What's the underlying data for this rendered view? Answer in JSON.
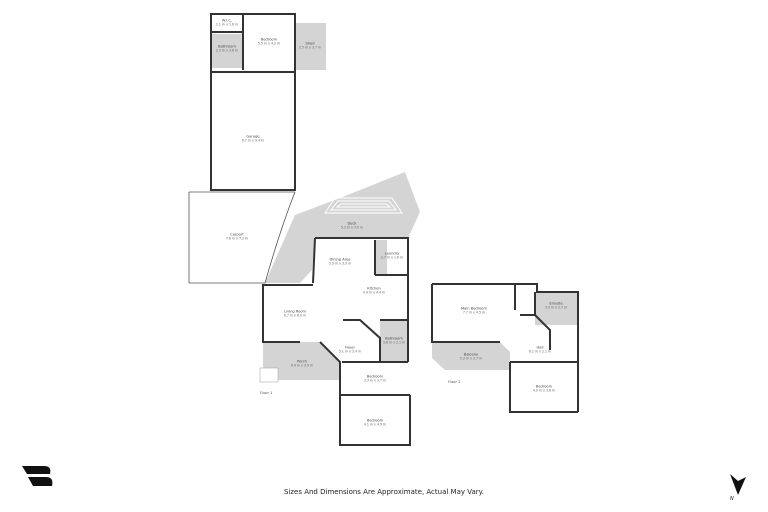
{
  "floors": [
    {
      "label": "Floor 1"
    },
    {
      "label": "Floor 2"
    }
  ],
  "rooms": [
    {
      "name": "W.I.C.",
      "dims": "2.1 m x 1.6 m"
    },
    {
      "name": "Bathroom",
      "dims": "2.3 m x 3.8 m"
    },
    {
      "name": "Bedroom",
      "dims": "5.5 m x 4.2 m"
    },
    {
      "name": "Shed",
      "dims": "2.5 m x 3.7 m"
    },
    {
      "name": "Garage",
      "dims": "6.7 m x 9.4 m"
    },
    {
      "name": "Carport",
      "dims": "7.6 m x 7.2 m"
    },
    {
      "name": "Deck",
      "dims": "5.3 m x 3.0 m"
    },
    {
      "name": "Dining Area",
      "dims": "3.9 m x 3.9 m"
    },
    {
      "name": "Laundry",
      "dims": "2.7 m x 1.6 m"
    },
    {
      "name": "Kitchen",
      "dims": "4.9 m x 4.4 m"
    },
    {
      "name": "Living Room",
      "dims": "6.7 m x 6.0 m"
    },
    {
      "name": "Foyer",
      "dims": "5.1 m x 3.4 m"
    },
    {
      "name": "Bathroom",
      "dims": "3.6 m x 2.1 m"
    },
    {
      "name": "Porch",
      "dims": "9.4 m x 3.9 m"
    },
    {
      "name": "Bedroom",
      "dims": "3.3 m x 3.7 m"
    },
    {
      "name": "Bedroom",
      "dims": "4.1 m x 4.9 m"
    },
    {
      "name": "Main Bedroom",
      "dims": "7.7 m x 4.5 m"
    },
    {
      "name": "Ensuite",
      "dims": "3.0 m x 2.7 m"
    },
    {
      "name": "Hall",
      "dims": "6.1 m x 2.1 m"
    },
    {
      "name": "Balcony",
      "dims": "5.3 m x 3.7 m"
    },
    {
      "name": "Bedroom",
      "dims": "4.9 m x 3.8 m"
    }
  ],
  "footer": {
    "disclaimer": "Sizes And Dimensions Are Approximate, Actual May Vary."
  },
  "compass": {
    "label": "N",
    "icon": "north-arrow-icon"
  },
  "logo": {
    "icon": "brand-logo-icon"
  },
  "colors": {
    "wall": "#333333",
    "outdoor_fill": "#d4d4d4",
    "background": "#ffffff"
  }
}
